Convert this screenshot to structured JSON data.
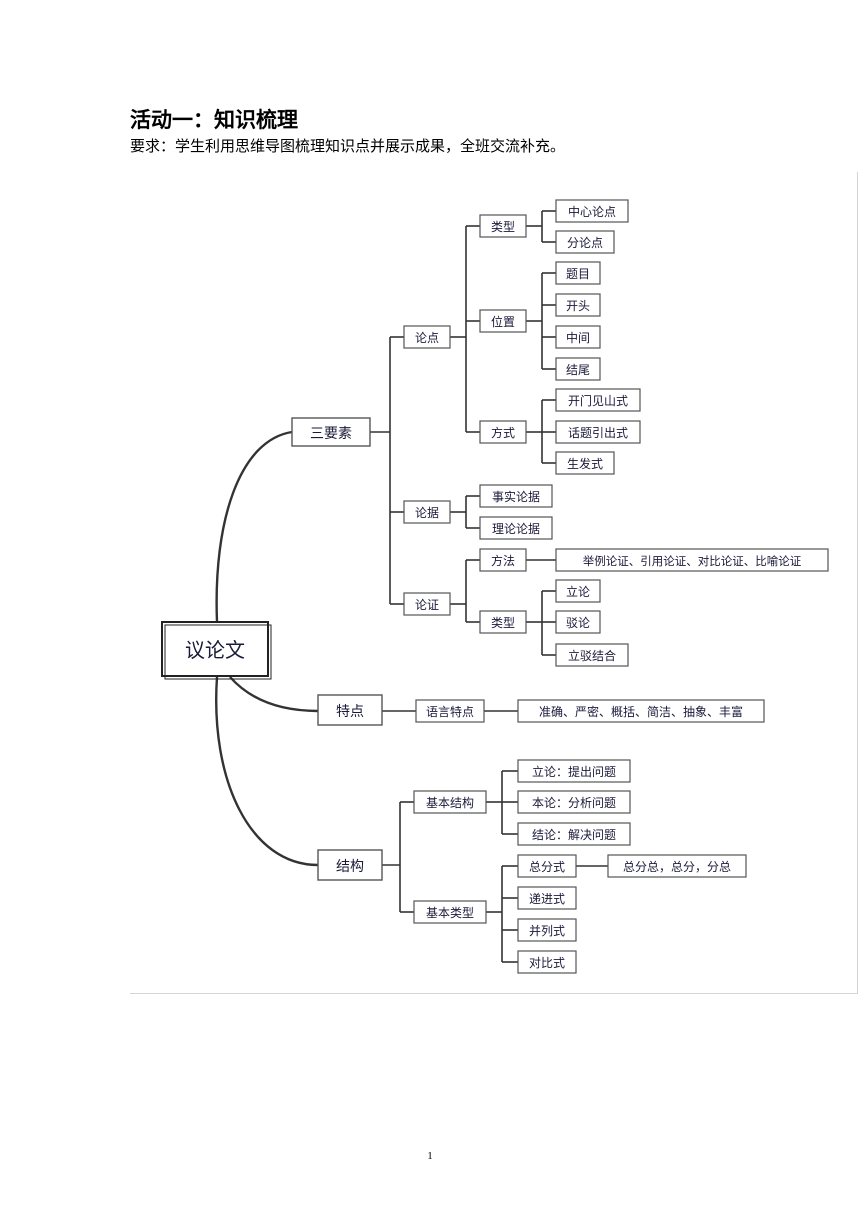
{
  "header": {
    "title": "活动一：知识梳理",
    "requirement": "要求：学生利用思维导图梳理知识点并展示成果，全班交流补充。"
  },
  "mindmap": {
    "root": "议论文",
    "nodes": {
      "sanyaosu": "三要素",
      "lundian": "论点",
      "lundian_leixing": "类型",
      "zhongxin": "中心论点",
      "fen": "分论点",
      "weizhi": "位置",
      "timu": "题目",
      "kaitou": "开头",
      "zhongjian": "中间",
      "jiewei": "结尾",
      "fangshi": "方式",
      "kaimen": "开门见山式",
      "huati": "话题引出式",
      "shengfa": "生发式",
      "lunju": "论据",
      "shishi": "事实论据",
      "lilun": "理论论据",
      "lunzheng": "论证",
      "fangfa": "方法",
      "fangfa_list": "举例论证、引用论证、对比论证、比喻论证",
      "lunzheng_leixing": "类型",
      "lilun2": "立论",
      "bolun": "驳论",
      "libo": "立驳结合",
      "tedian": "特点",
      "yuyan": "语言特点",
      "yuyan_list": "准确、严密、概括、简洁、抽象、丰富",
      "jiegou": "结构",
      "jiben_jiegou": "基本结构",
      "jg1": "立论：提出问题",
      "jg2": "本论：分析问题",
      "jg3": "结论：解决问题",
      "jiben_leixing": "基本类型",
      "zongfen": "总分式",
      "zongfen_desc": "总分总，总分，分总",
      "dijin": "递进式",
      "binglie": "并列式",
      "duibi": "对比式"
    }
  },
  "footer": {
    "page_number": "1"
  },
  "colors": {
    "line": "#333333",
    "node_border": "#555555",
    "node_text": "#1a1a3a"
  }
}
